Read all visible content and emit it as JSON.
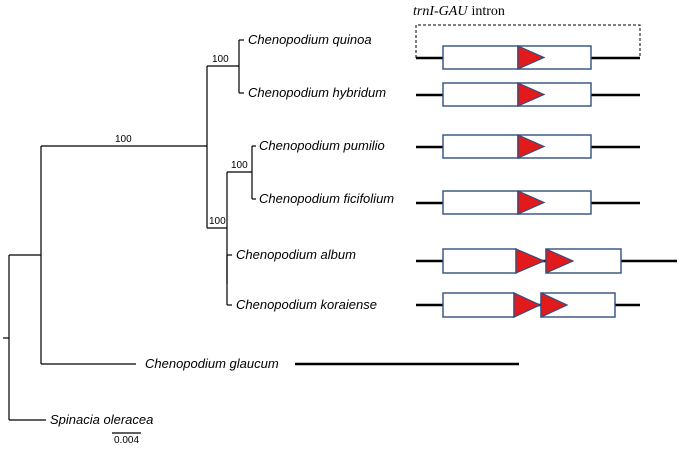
{
  "header": {
    "gene_name": "trnI-GAU",
    "gene_suffix": "intron"
  },
  "taxa": [
    {
      "id": "quinoa",
      "name": "Chenopodium quinoa",
      "repeats": 1
    },
    {
      "id": "hybridum",
      "name": "Chenopodium hybridum",
      "repeats": 1
    },
    {
      "id": "pumilio",
      "name": "Chenopodium pumilio",
      "repeats": 1
    },
    {
      "id": "ficifolium",
      "name": "Chenopodium ficifolium",
      "repeats": 1
    },
    {
      "id": "album",
      "name": "Chenopodium album",
      "repeats": 2
    },
    {
      "id": "koraiense",
      "name": "Chenopodium koraiense",
      "repeats": 2
    },
    {
      "id": "glaucum",
      "name": "Chenopodium glaucum",
      "repeats": 0
    },
    {
      "id": "spinacia",
      "name": "Spinacia oleracea",
      "repeats": null
    }
  ],
  "bootstrap": {
    "root_clade": "100",
    "quinoa_hybridum": "100",
    "pumilio_ficifolium": "100",
    "inner_clade": "100"
  },
  "scale_bar": {
    "label": "0.004"
  },
  "colors": {
    "branch": "#000000",
    "exon_border": "#2f4f7f",
    "repeat_fill": "#e31a1c"
  }
}
